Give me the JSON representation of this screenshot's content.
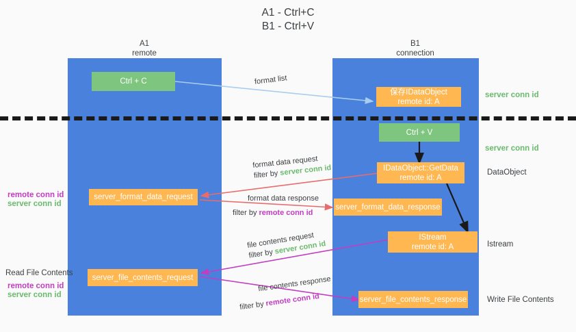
{
  "title": {
    "line1": "A1 - Ctrl+C",
    "line2": "B1 - Ctrl+V"
  },
  "columns": [
    {
      "id": "a1",
      "name": "A1",
      "sub": "remote"
    },
    {
      "id": "b1",
      "name": "B1",
      "sub": "connection"
    }
  ],
  "boxes": {
    "ctrl_c": "Ctrl + C",
    "ctrl_v": "Ctrl + V",
    "save_idataobject_l1": "保存IDataObject",
    "save_idataobject_l2": "remote id: A",
    "getdata_l1": "IDataObject::GetData",
    "getdata_l2": "remote id: A",
    "istream_l1": "IStream",
    "istream_l2": "remote id: A",
    "server_format_data_request": "server_format_data_request",
    "server_format_data_response": "server_format_data_response",
    "server_file_contents_request": "server_file_contents_request",
    "server_file_contents_response": "server_file_contents_response"
  },
  "edges": {
    "format_list": "format list",
    "format_data_request": "format data request",
    "format_data_request_filter_pre": "filter by ",
    "format_data_request_filter_key": "server conn id",
    "format_data_response": "format data response",
    "format_data_response_filter_pre": "filter by ",
    "format_data_response_filter_key": "remote conn id",
    "file_contents_request": "file contents request",
    "file_contents_request_filter_pre": "filter by ",
    "file_contents_request_filter_key": "server conn id",
    "file_contents_response": "file contents response",
    "file_contents_response_filter_pre": "filter by ",
    "file_contents_response_filter_key": "remote conn id"
  },
  "right_labels": {
    "server_conn_id_top": "server conn id",
    "server_conn_id_second": "server conn id",
    "dataobject": "DataObject",
    "istream": "Istream",
    "write_file_contents": "Write File Contents"
  },
  "left_labels": {
    "remote_conn_id_1": "remote conn id",
    "server_conn_id_1": "server conn id",
    "read_file_contents": "Read File Contents",
    "remote_conn_id_2": "remote conn id",
    "server_conn_id_2": "server conn id"
  },
  "colors": {
    "column_blue": "#4a81dd",
    "box_green": "#7ec67f",
    "box_orange": "#ffb752",
    "server_conn_id": "#6aba6d",
    "remote_conn_id": "#c13ec1",
    "arrow_light_blue": "#a8cdee",
    "arrow_red": "#e86c6c",
    "arrow_magenta": "#c13ec1",
    "arrow_black": "#1a1a1a",
    "background": "#fafafa",
    "text": "#3c4043"
  }
}
